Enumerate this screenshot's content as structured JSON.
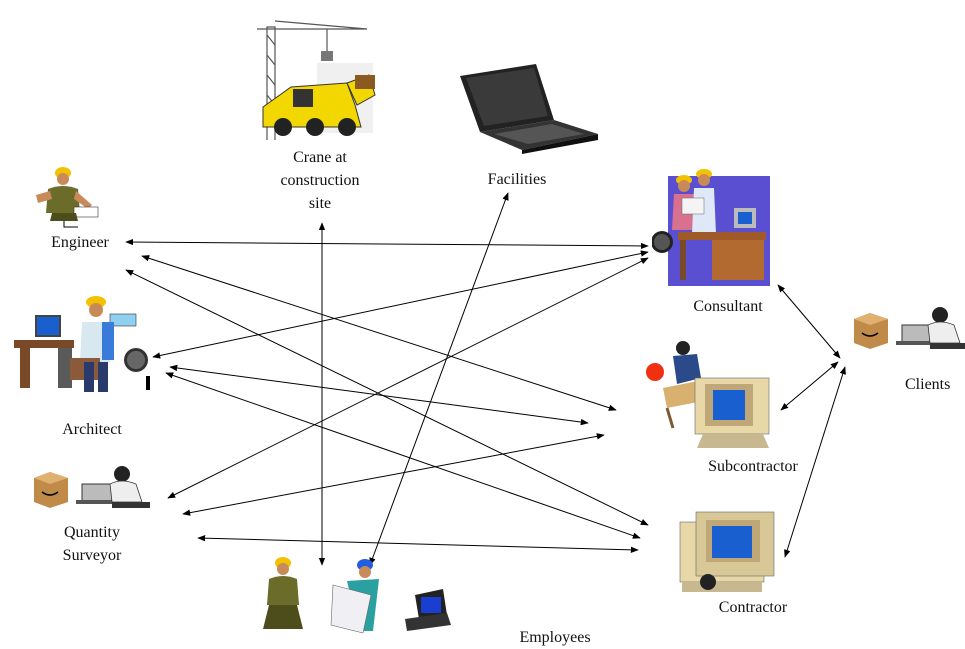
{
  "nodes": {
    "engineer": "Engineer",
    "architect": "Architect",
    "quantity_surveyor": [
      "Quantity",
      "Surveyor"
    ],
    "crane": [
      "Crane at",
      "construction",
      "site"
    ],
    "facilities": "Facilities",
    "consultant": "Consultant",
    "subcontractor": "Subcontractor",
    "contractor": "Contractor",
    "clients": "Clients",
    "employees": "Employees"
  },
  "icons": [
    "worker-engineer-icon",
    "architect-desk-icon",
    "box-and-laptop-user-icon",
    "crane-bulldozer-icon",
    "laptop-icon",
    "consultant-office-icon",
    "subcontractor-worker-computer-icon",
    "contractor-computer-icon",
    "clients-box-laptop-icon",
    "employees-group-icon"
  ],
  "colors": {
    "arrow": "#000000",
    "hardhat": "#f2c200",
    "monitor": "#1a5fd0",
    "bg_purple": "#5a4fd0"
  }
}
